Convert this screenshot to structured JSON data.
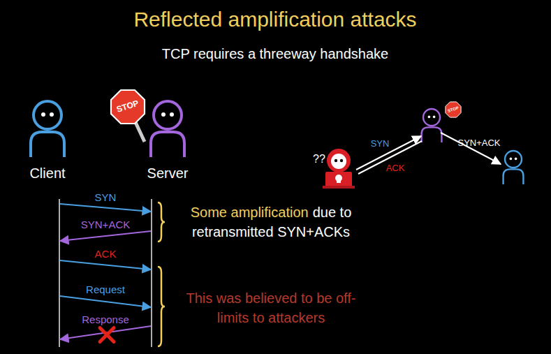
{
  "diagram": {
    "title": "Reflected amplification attacks",
    "nodes": [
      {
        "text": [
          "Client"
        ]
      },
      {
        "text": [
          "Server"
        ]
      }
    ],
    "edges": [
      {
        "from": 0,
        "to": 1,
        "arrow": "to",
        "label": "SYN"
      },
      {
        "from": 1,
        "to": 0,
        "arrow": "to",
        "label": "SYN+ACK"
      },
      {
        "from": 0,
        "to": 1,
        "arrow": "to",
        "label": "ACK"
      },
      {
        "from": 0,
        "to": 1,
        "arrow": "to",
        "label": "Request"
      },
      {
        "from": 1,
        "to": 0,
        "arrow": "to",
        "label": "Response"
      }
    ],
    "labels": [
      "TCP requires a threeway handshake",
      "STOP",
      "Some amplification",
      "due to retransmitted SYN+ACKs",
      "This was believed to be off-limits to attackers",
      "??",
      "SYN",
      "ACK",
      "STOP",
      "SYN+ACK"
    ]
  }
}
